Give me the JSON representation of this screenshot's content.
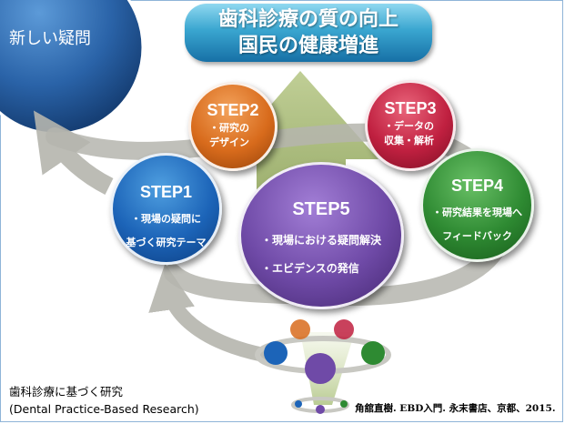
{
  "banner": {
    "line1": "歯科診療の質の向上",
    "line2": "国民の健康増進"
  },
  "new_question": "新しい疑問",
  "steps": [
    {
      "title": "STEP1",
      "lines": [
        "・現場の疑問に",
        "基づく研究テーマ"
      ],
      "color": "#1c64b8"
    },
    {
      "title": "STEP2",
      "lines": [
        "・研究の",
        "デザイン"
      ],
      "color": "#d86b1c"
    },
    {
      "title": "STEP3",
      "lines": [
        "・データの",
        "収集・解析"
      ],
      "color": "#c02040"
    },
    {
      "title": "STEP4",
      "lines": [
        "・研究結果を現場へ",
        "フィードバック"
      ],
      "color": "#2e8a32"
    },
    {
      "title": "STEP5",
      "lines": [
        "・現場における疑問解決",
        "・エビデンスの発信"
      ],
      "color": "#6f4aa7"
    }
  ],
  "caption": {
    "line1": "歯科診療に基づく研究",
    "line2": "(Dental Practice-Based Research)"
  },
  "citation": "角舘直樹. EBD入門. 永末書店、京都、2015."
}
